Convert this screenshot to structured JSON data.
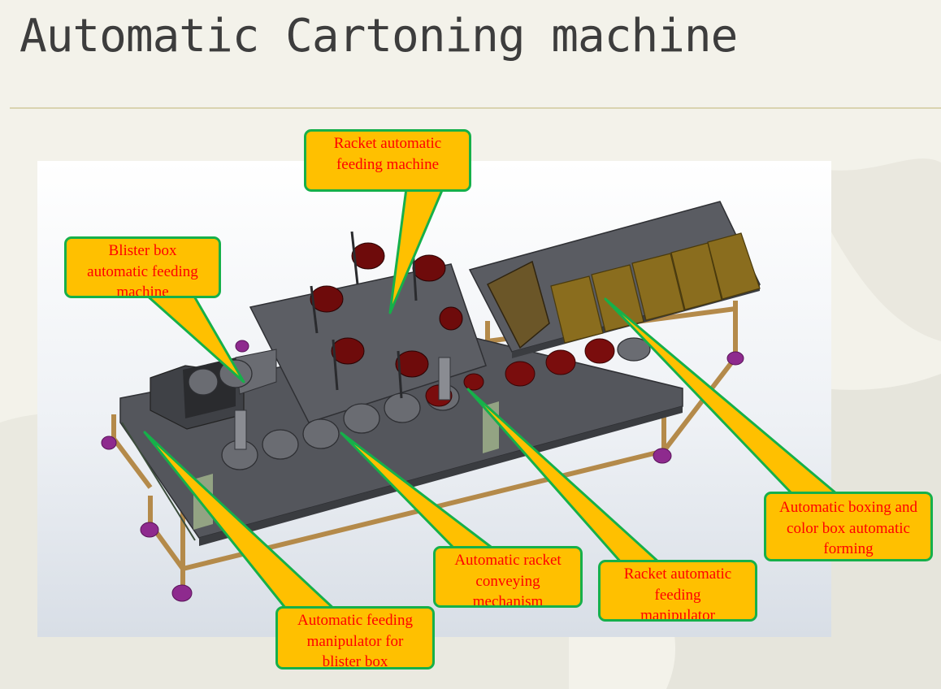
{
  "slide": {
    "title": "Automatic Cartoning machine"
  },
  "colors": {
    "background": "#f3f2ea",
    "callout_fill": "#ffc000",
    "callout_border": "#16b04a",
    "callout_text": "#ff0000",
    "machine_body": "#54565c",
    "machine_frame": "#b48a4a",
    "racket_red": "#7a0d0d",
    "color_box": "#8a6d1e"
  },
  "callouts": [
    {
      "id": "racket-feeding-machine",
      "text": "Racket automatic feeding machine"
    },
    {
      "id": "blister-feeding-machine",
      "text": "Blister box automatic feeding machine"
    },
    {
      "id": "boxing-forming",
      "text": "Automatic boxing and color box automatic forming"
    },
    {
      "id": "racket-conveying",
      "text": "Automatic racket conveying mechanism"
    },
    {
      "id": "racket-manipulator",
      "text": "Racket automatic feeding manipulator"
    },
    {
      "id": "blister-manipulator",
      "text": "Automatic feeding manipulator for blister box"
    }
  ]
}
